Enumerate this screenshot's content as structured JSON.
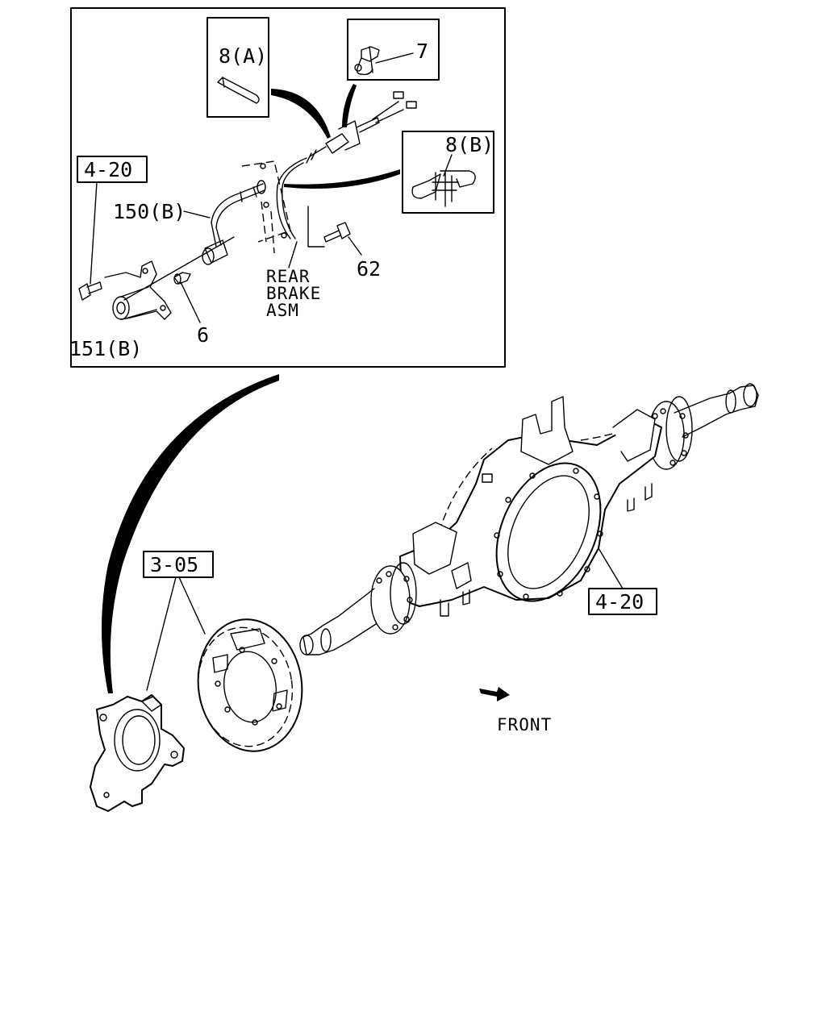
{
  "labels": {
    "part_8a": "8(A)",
    "part_7": "7",
    "part_8b": "8(B)",
    "ref_4_20_inset": "4-20",
    "part_150b": "150(B)",
    "part_62": "62",
    "rear_brake_line1": "REAR",
    "rear_brake_line2": "BRAKE",
    "rear_brake_line3": "ASM",
    "part_151b": "151(B)",
    "part_6": "6",
    "ref_3_05": "3-05",
    "ref_4_20_axle": "4-20",
    "front": "FRONT"
  },
  "icons": {
    "front_arrow": "front-direction-arrow-icon"
  }
}
